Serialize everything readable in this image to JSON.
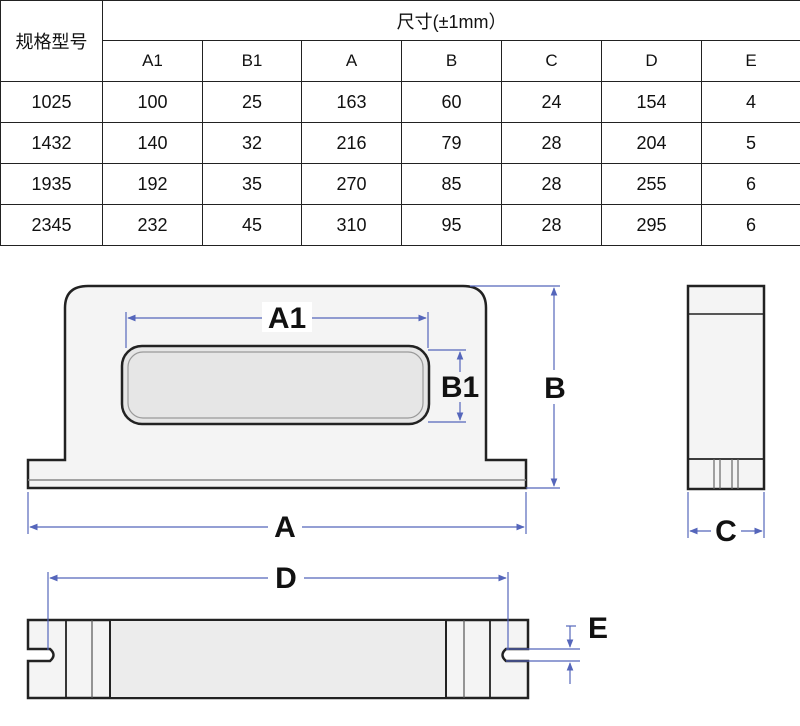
{
  "table": {
    "model_header": "规格型号",
    "size_header": "尺寸(±1mm）",
    "columns": [
      "A1",
      "B1",
      "A",
      "B",
      "C",
      "D",
      "E"
    ],
    "rows": [
      {
        "model": "1025",
        "values": [
          "100",
          "25",
          "163",
          "60",
          "24",
          "154",
          "4"
        ]
      },
      {
        "model": "1432",
        "values": [
          "140",
          "32",
          "216",
          "79",
          "28",
          "204",
          "5"
        ]
      },
      {
        "model": "1935",
        "values": [
          "192",
          "35",
          "270",
          "85",
          "28",
          "255",
          "6"
        ]
      },
      {
        "model": "2345",
        "values": [
          "232",
          "45",
          "310",
          "95",
          "28",
          "295",
          "6"
        ]
      }
    ]
  },
  "drawing": {
    "labels": {
      "A1": "A1",
      "B1": "B1",
      "A": "A",
      "B": "B",
      "C": "C",
      "D": "D",
      "E": "E"
    },
    "colors": {
      "outline": "#222222",
      "fill": "#f4f4f4",
      "dimension_line": "#5566bb"
    }
  }
}
